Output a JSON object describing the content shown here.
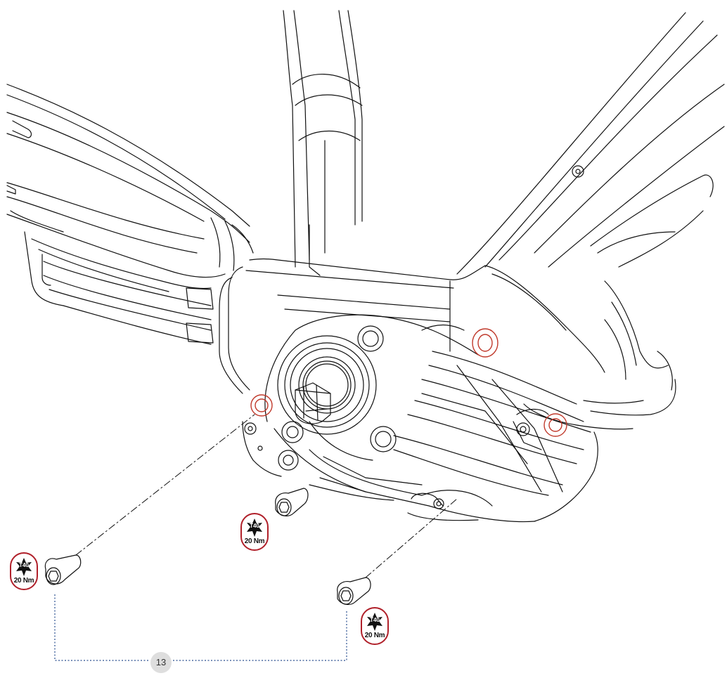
{
  "colors": {
    "line": "#111111",
    "highlight": "#c0392b",
    "badge_border": "#b0202a",
    "leader": "#2a4f8f",
    "callout_bg": "#dedede"
  },
  "badges": [
    {
      "bit": "T40",
      "torque": "20 Nm"
    },
    {
      "bit": "T40",
      "torque": "20 Nm"
    },
    {
      "bit": "T40",
      "torque": "20 Nm"
    }
  ],
  "callout": {
    "label": "13"
  },
  "icons": [
    "torx-t40-icon"
  ]
}
